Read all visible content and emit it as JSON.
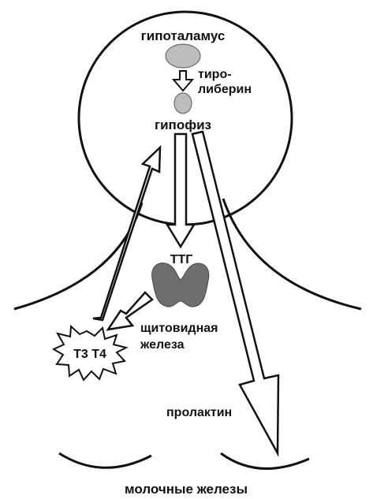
{
  "labels": {
    "hypothalamus": "гипоталамус",
    "thyroliberin_line1": "тиро-",
    "thyroliberin_line2": "либерин",
    "pituitary": "гипофиз",
    "tsh": "ТТГ",
    "thyroid_line1": "щитовидная",
    "thyroid_line2": "железа",
    "t3t4": "Т3 Т4",
    "prolactin": "пролактин",
    "mammary": "молочные железы"
  },
  "colors": {
    "line": "#111111",
    "gland_fill": "#6e6e6e",
    "hypothalamus_fill": "#bdbdbd",
    "background": "#ffffff"
  }
}
